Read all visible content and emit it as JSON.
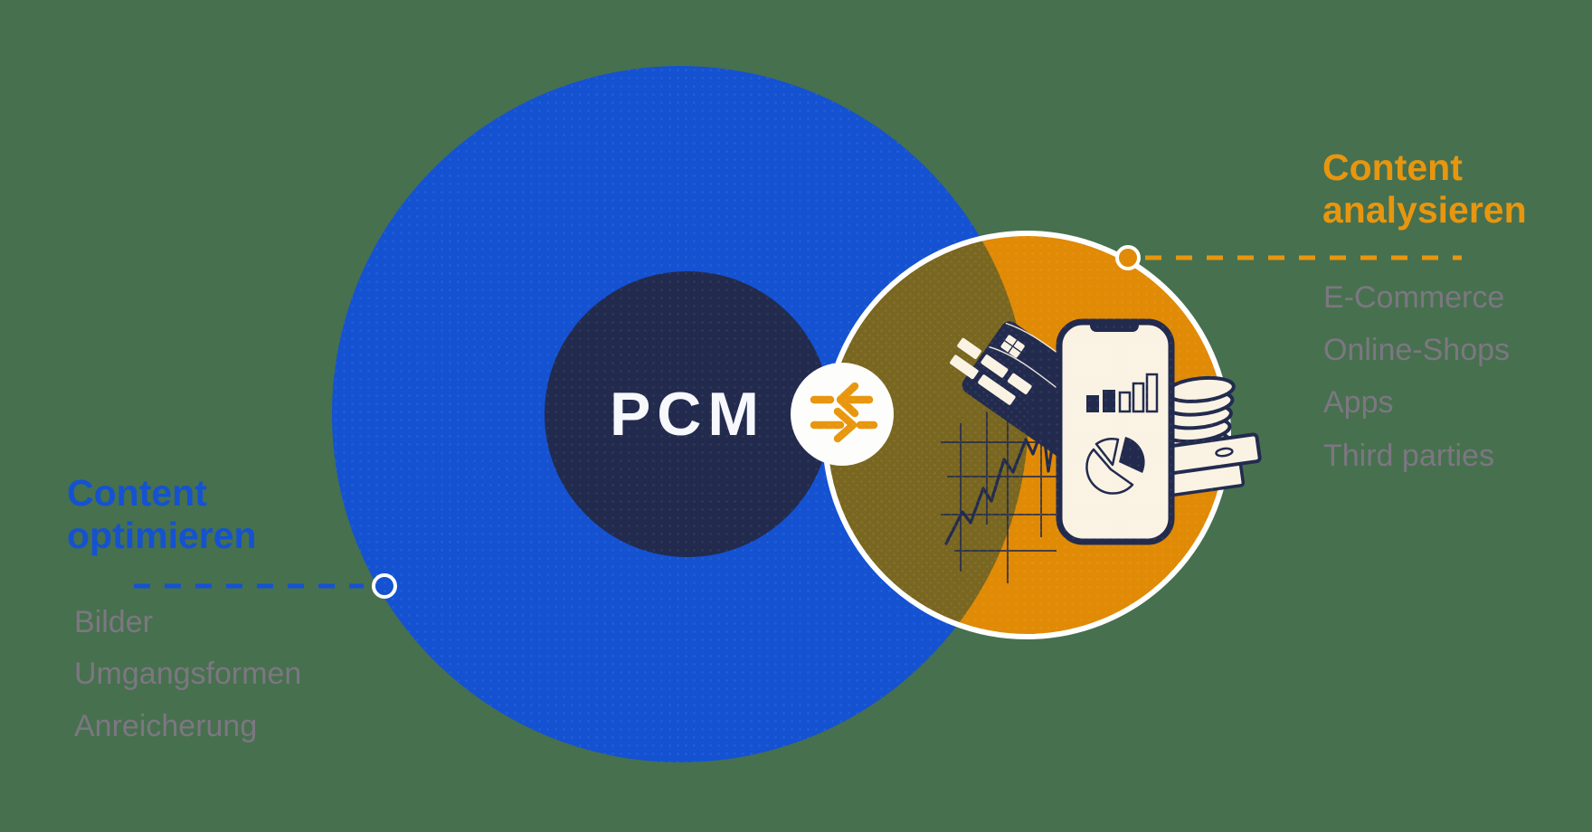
{
  "diagram": {
    "center_label": "PCM",
    "left": {
      "title": "Content optimieren",
      "items": [
        "Bilder",
        "Umgangsformen",
        "Anreicherung"
      ]
    },
    "right": {
      "title": "Content analysieren",
      "items": [
        "E-Commerce",
        "Online-Shops",
        "Apps",
        "Third parties"
      ]
    }
  },
  "icons": {
    "transfer_arrows": "transfer-arrows-icon",
    "left_connector_dot": "blue-connector-dot",
    "right_connector_dot": "orange-connector-dot",
    "illustration": [
      "credit-card-icon",
      "smartphone-icon",
      "bar-chart-icon",
      "pie-chart-icon",
      "coin-stack-icon",
      "cash-box-icon",
      "line-chart-sketch-icon"
    ]
  },
  "colors": {
    "background": "#47704F",
    "blue": "#1452D2",
    "navy": "#222B4E",
    "orange": "#E08A06",
    "orange-accent": "#E8960E",
    "overlap-olive": "#796620",
    "cream": "#FAF3E4",
    "text-gray": "#7C7781",
    "white": "#FFFFFF"
  }
}
